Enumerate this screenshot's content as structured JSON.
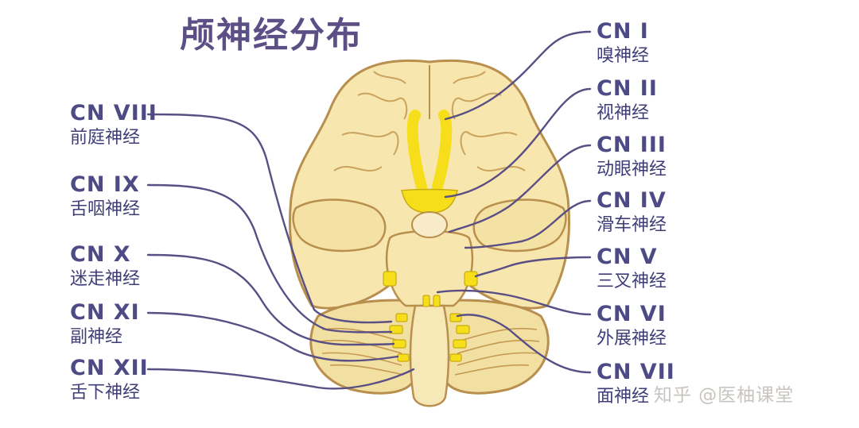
{
  "title": "颅神经分布",
  "watermark": "知乎 @医柚课堂",
  "colors": {
    "title": "#5b4f86",
    "label": "#4e4a86",
    "leader": "#5a4f84",
    "brain": "#f7e6ae",
    "brain_outline": "#b88f4d",
    "nerve": "#f6de1a"
  },
  "labels_left": [
    {
      "code": "CN VIII",
      "name": "前庭神经"
    },
    {
      "code": "CN IX",
      "name": "舌咽神经"
    },
    {
      "code": "CN X",
      "name": "迷走神经"
    },
    {
      "code": "CN XI",
      "name": "副神经"
    },
    {
      "code": "CN XII",
      "name": "舌下神经"
    }
  ],
  "labels_right": [
    {
      "code": "CN I",
      "name": "嗅神经"
    },
    {
      "code": "CN II",
      "name": "视神经"
    },
    {
      "code": "CN III",
      "name": "动眼神经"
    },
    {
      "code": "CN IV",
      "name": "滑车神经"
    },
    {
      "code": "CN V",
      "name": "三叉神经"
    },
    {
      "code": "CN VI",
      "name": "外展神经"
    },
    {
      "code": "CN VII",
      "name": "面神经"
    }
  ]
}
